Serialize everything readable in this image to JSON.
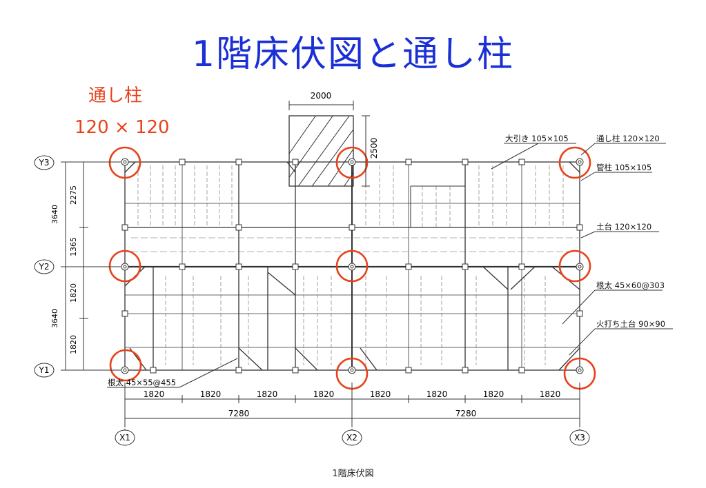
{
  "title": "1階床伏図と通し柱",
  "pillar_callout": {
    "line1": "通し柱",
    "line2": "120 × 120"
  },
  "top_dims": {
    "width": "2000",
    "height": "2500"
  },
  "right_labels": {
    "oobiki": "大引き 105×105",
    "toshibashira": "通し柱 120×120",
    "kudabashira": "管柱 105×105",
    "dodai": "土台 120×120",
    "neda": "根太 45×60@303",
    "hiuchi": "火打ち土台 90×90"
  },
  "bottom_left_label": "根太 45×55@455",
  "left_dims": {
    "outer_upper": "3640",
    "outer_lower": "3640",
    "d1": "2275",
    "d2": "1365",
    "d3": "1820",
    "d4": "1820"
  },
  "axes_y": [
    "Y3",
    "Y2",
    "Y1"
  ],
  "axes_x": [
    "X1",
    "X2",
    "X3"
  ],
  "bottom_dims": {
    "spans": [
      "1820",
      "1820",
      "1820",
      "1820",
      "1820",
      "1820",
      "1820",
      "1820"
    ],
    "halves": [
      "7280",
      "7280"
    ]
  },
  "caption": "1階床伏図",
  "colors": {
    "title": "#1a2fd6",
    "highlight": "#e8421a",
    "line": "#333333"
  }
}
